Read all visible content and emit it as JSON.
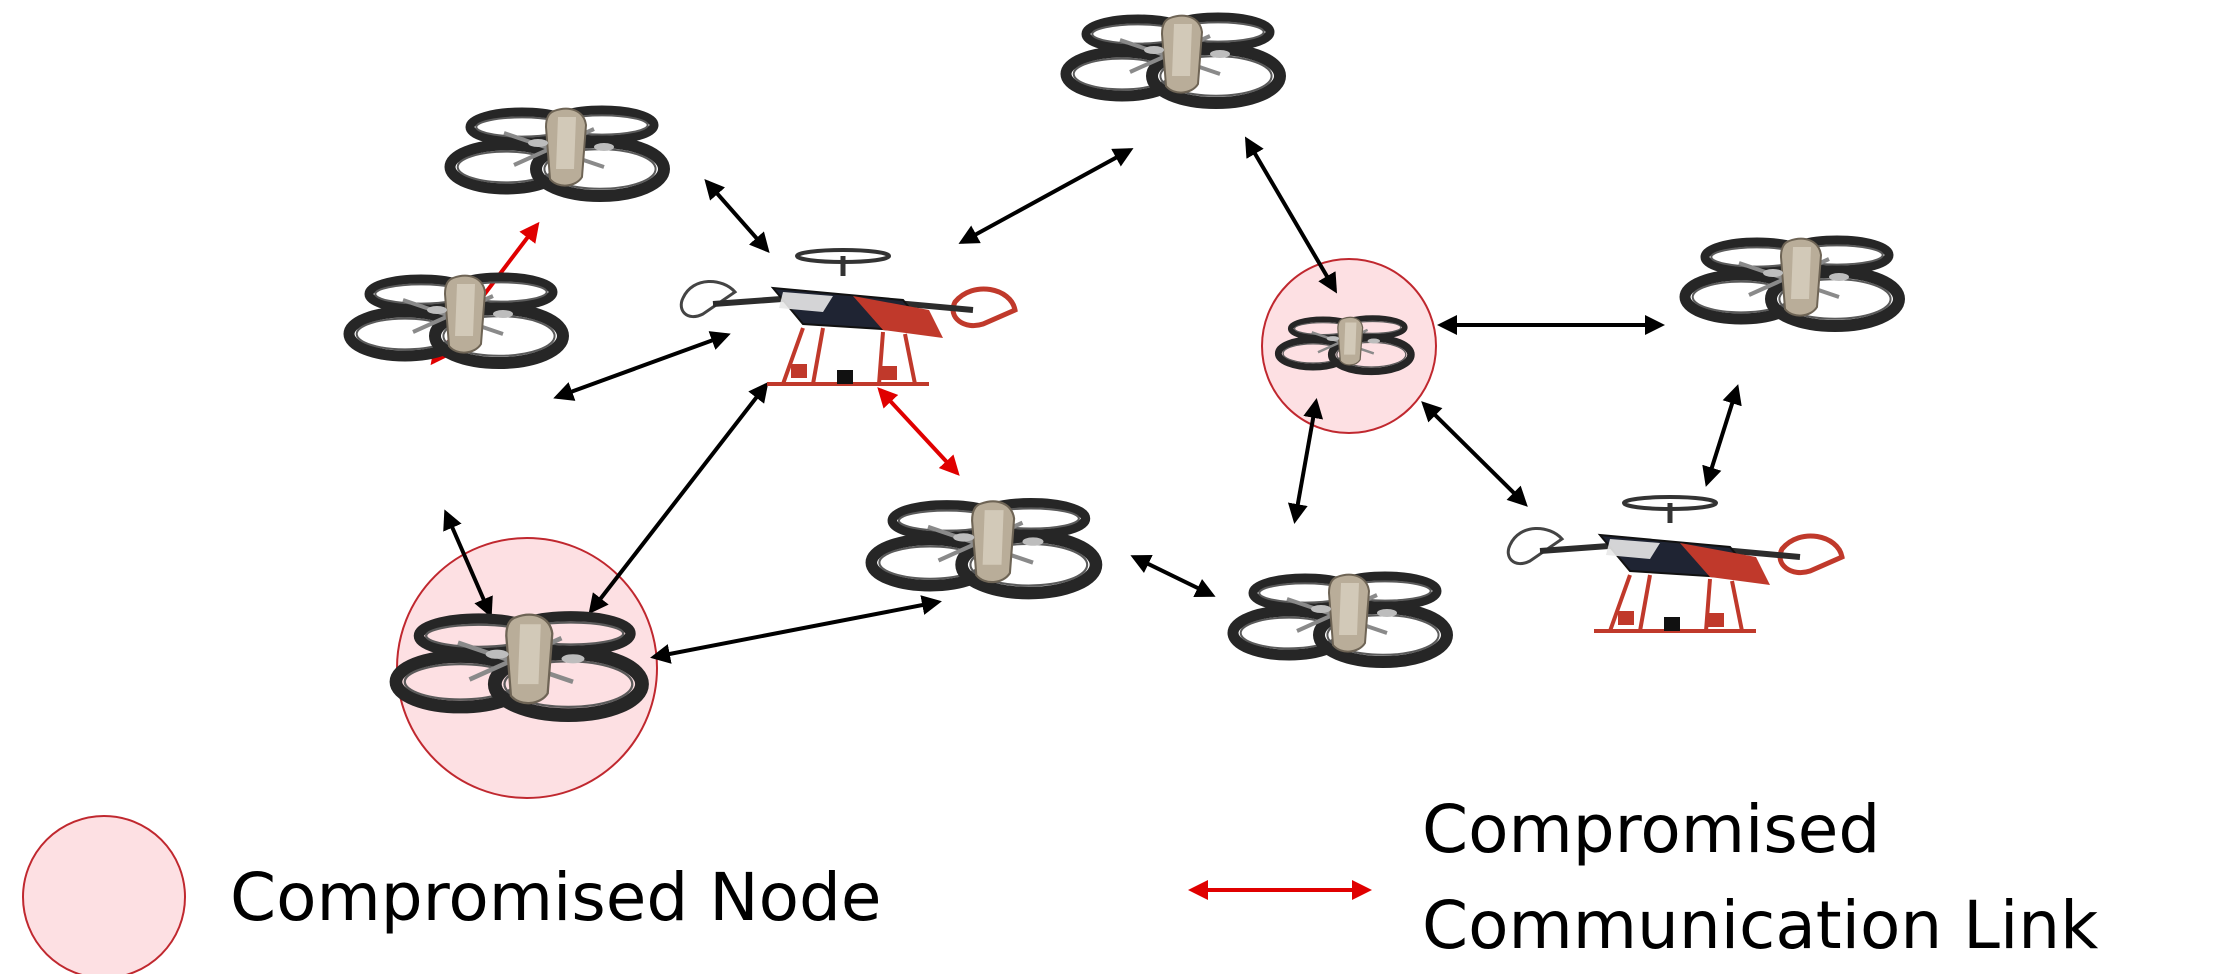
{
  "colors": {
    "compromised_fill": "#fde0e3",
    "compromised_stroke": "#c0282f",
    "normal_link": "#000000",
    "compromised_link": "#e00000",
    "drone_frame": "#2a2a2a",
    "drone_body": "#b9ad99",
    "drone_accent": "#c0392b"
  },
  "nodes": [
    {
      "id": "n1",
      "kind": "quad-ring",
      "compromised": false
    },
    {
      "id": "n2",
      "kind": "quad-ring",
      "compromised": false
    },
    {
      "id": "n3",
      "kind": "quad-ring",
      "compromised": false
    },
    {
      "id": "n4",
      "kind": "quad-ring",
      "compromised": true
    },
    {
      "id": "n5",
      "kind": "quad-ring",
      "compromised": false
    },
    {
      "id": "n6",
      "kind": "quad-ring",
      "compromised": true
    },
    {
      "id": "n7",
      "kind": "quad-ring",
      "compromised": false
    },
    {
      "id": "n8",
      "kind": "quad-ring",
      "compromised": false
    },
    {
      "id": "n9",
      "kind": "quad-arm",
      "compromised": false
    },
    {
      "id": "n10",
      "kind": "quad-arm",
      "compromised": false
    }
  ],
  "links": [
    {
      "from": "n1",
      "to": "n9",
      "compromised": false
    },
    {
      "from": "n1",
      "to": "n2",
      "compromised": true
    },
    {
      "from": "n9",
      "to": "n3",
      "compromised": false
    },
    {
      "from": "n2",
      "to": "n9",
      "compromised": false
    },
    {
      "from": "n2",
      "to": "n4",
      "compromised": false
    },
    {
      "from": "n9",
      "to": "n4",
      "compromised": false
    },
    {
      "from": "n9",
      "to": "n5",
      "compromised": true
    },
    {
      "from": "n4",
      "to": "n5",
      "compromised": false
    },
    {
      "from": "n5",
      "to": "n8",
      "compromised": false
    },
    {
      "from": "n3",
      "to": "n6",
      "compromised": false
    },
    {
      "from": "n6",
      "to": "n7",
      "compromised": false
    },
    {
      "from": "n6",
      "to": "n8",
      "compromised": false
    },
    {
      "from": "n6",
      "to": "n10",
      "compromised": false
    },
    {
      "from": "n7",
      "to": "n10",
      "compromised": false
    }
  ],
  "legend": {
    "node_label": "Compromised Node",
    "link_label_line1": "Compromised",
    "link_label_line2": "Communication Link"
  }
}
